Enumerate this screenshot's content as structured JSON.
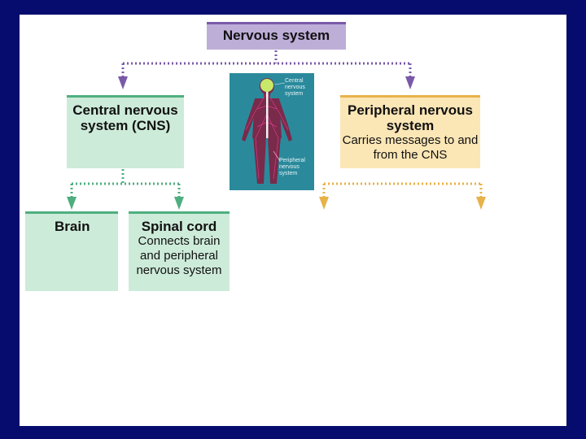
{
  "nervous_system": {
    "title": "Nervous system"
  },
  "cns": {
    "title": "Central nervous system (CNS)"
  },
  "pns": {
    "title": "Peripheral nervous system",
    "desc": "Carries messages to and from the CNS"
  },
  "brain": {
    "title": "Brain"
  },
  "spinal_cord": {
    "title": "Spinal cord",
    "desc": "Connects brain and peripheral nervous system"
  },
  "figure": {
    "cns_label": "Central nervous system",
    "pns_label": "Peripheral nervous system"
  },
  "colors": {
    "background": "#050c6e",
    "purple": "#7a5aa8",
    "green": "#4fae80",
    "gold": "#e8b24a"
  }
}
